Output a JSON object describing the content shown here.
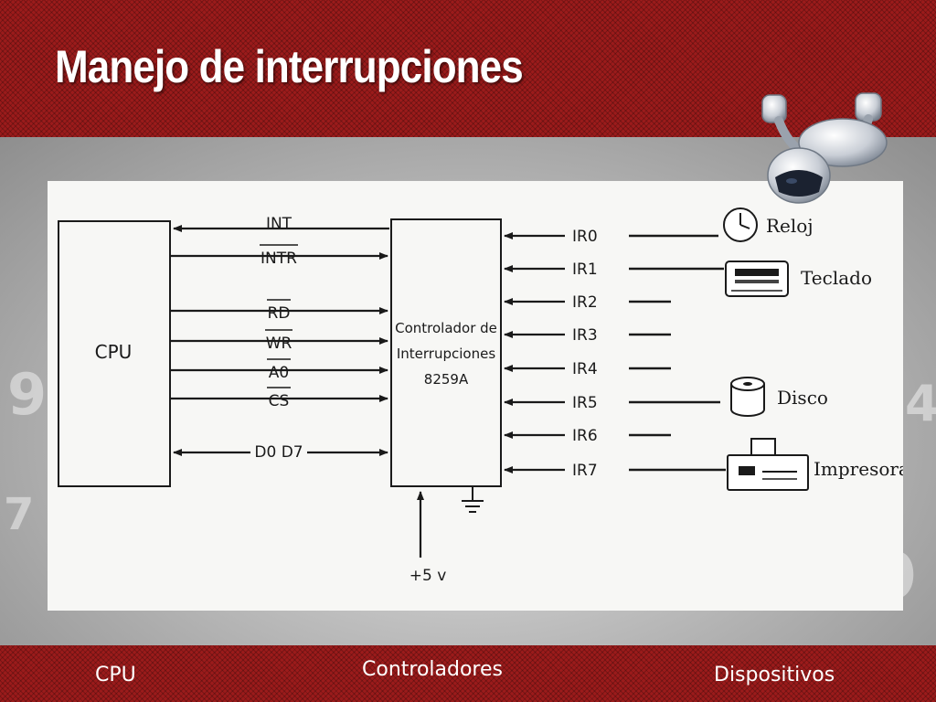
{
  "slide": {
    "title": "Manejo de interrupciones"
  },
  "diagram": {
    "cpu_label": "CPU",
    "controller_lines": [
      "Controlador de",
      "Interrupciones",
      "8259A"
    ],
    "power_label": "+5 v",
    "cpu_signals": [
      {
        "label": "INT",
        "direction": "to-cpu",
        "overline": false
      },
      {
        "label": "INTR",
        "direction": "to-controller",
        "overline": true
      },
      {
        "label": "RD",
        "direction": "to-controller",
        "overline": true
      },
      {
        "label": "WR",
        "direction": "to-controller",
        "overline": true
      },
      {
        "label": "A0",
        "direction": "to-controller",
        "overline": true
      },
      {
        "label": "CS",
        "direction": "to-controller",
        "overline": true
      },
      {
        "label": "D0 D7",
        "direction": "both",
        "overline": false
      }
    ],
    "irq_lines": [
      "IR0",
      "IR1",
      "IR2",
      "IR3",
      "IR4",
      "IR5",
      "IR6",
      "IR7"
    ],
    "devices": [
      {
        "name": "Reloj",
        "line": "IR0",
        "icon": "clock-icon"
      },
      {
        "name": "Teclado",
        "line": "IR1",
        "icon": "keyboard-icon"
      },
      {
        "name": "Disco",
        "line": "IR5",
        "icon": "disk-icon"
      },
      {
        "name": "Impresora",
        "line": "IR7",
        "icon": "printer-icon"
      }
    ]
  },
  "footer": {
    "left": "CPU",
    "center": "Controladores",
    "right": "Dispositivos"
  },
  "colors": {
    "accent": "#9b1b1b",
    "panel": "#f7f7f5",
    "ink": "#1a1a1a"
  }
}
